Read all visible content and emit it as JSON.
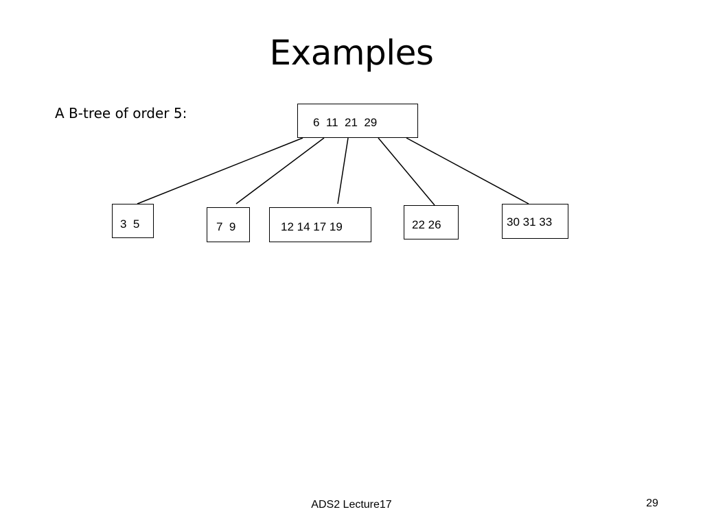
{
  "slide": {
    "title": "Examples",
    "caption": "A B-tree of order 5:",
    "footer": "ADS2 Lecture17",
    "page_number": "29"
  },
  "tree": {
    "root": {
      "keys": "6  11  21  29"
    },
    "children": [
      {
        "keys": "3  5"
      },
      {
        "keys": "7  9"
      },
      {
        "keys": "12 14 17 19"
      },
      {
        "keys": "22 26"
      },
      {
        "keys": "30 31 33"
      }
    ]
  }
}
